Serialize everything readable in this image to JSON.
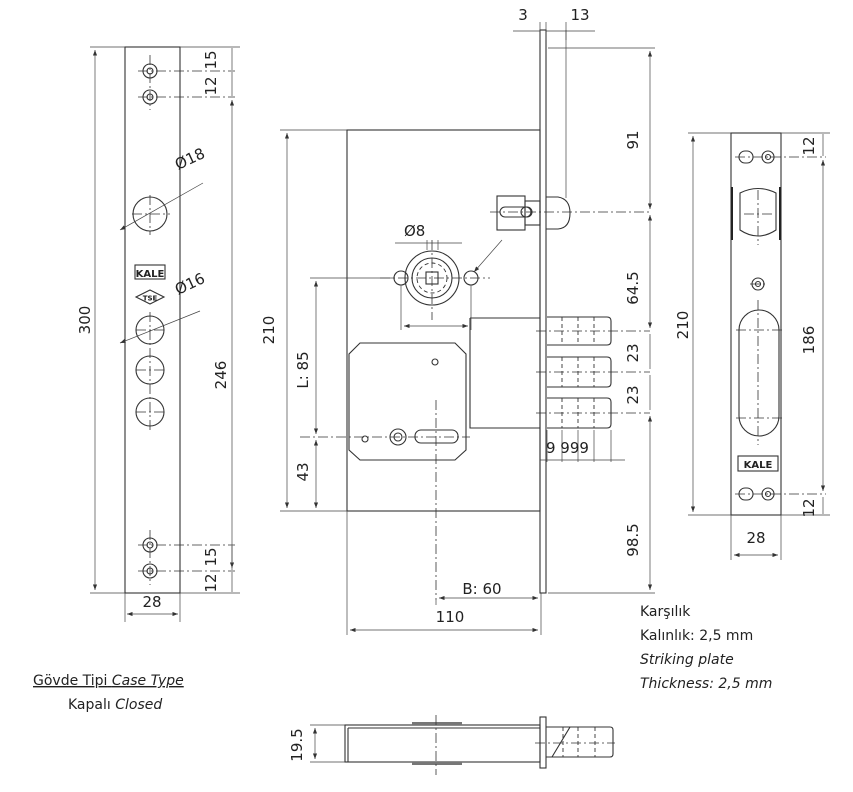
{
  "left_plate": {
    "height": "300",
    "hole_span": "246",
    "top_gap_1": "15",
    "top_gap_2": "12",
    "bottom_gap_1": "15",
    "bottom_gap_2": "12",
    "width": "28",
    "dia_large": "Ø18",
    "dia_small": "Ø16",
    "logo_brand": "KALE",
    "logo_cert": "TSE"
  },
  "main_view": {
    "top_thickness": "3",
    "top_bolt": "13",
    "latch_height": "91",
    "latch_to_bolt": "64.5",
    "bolt_gap_1": "23",
    "bolt_gap_2": "23",
    "bolt_marks": "9 999",
    "bottom_height": "98.5",
    "case_height": "210",
    "spindle_dia": "Ø8",
    "spindle_to_cylinder": "L: 85",
    "cylinder_height": "43",
    "backset": "B: 60",
    "case_depth": "110"
  },
  "strike_plate": {
    "height": "210",
    "hole_span": "186",
    "top_gap": "12",
    "bottom_gap": "12",
    "width": "28",
    "logo_brand": "KALE"
  },
  "side_view": {
    "thickness": "19.5"
  },
  "case_type": {
    "label_tr": "Gövde Tipi",
    "label_en": "Case Type",
    "value_tr": "Kapalı",
    "value_en": "Closed"
  },
  "strike_note": {
    "title_tr": "Karşılık",
    "thickness_tr": "Kalınlık: 2,5 mm",
    "title_en": "Striking plate",
    "thickness_en": "Thickness: 2,5 mm"
  }
}
